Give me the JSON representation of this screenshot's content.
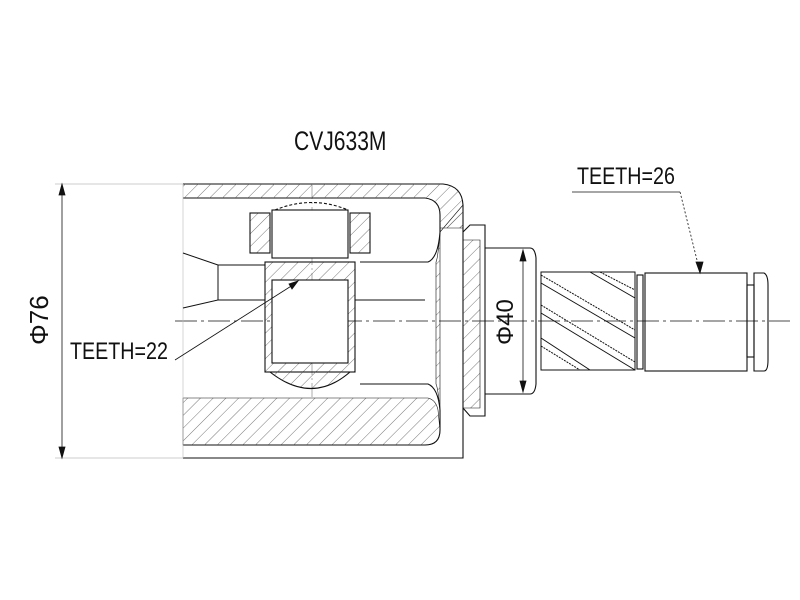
{
  "drawing": {
    "part_number": "CVJ633M",
    "labels": {
      "outer_diameter": "Φ76",
      "shaft_diameter": "Φ40",
      "inner_teeth": "TEETH=22",
      "outer_teeth": "TEETH=26"
    },
    "dimensions": {
      "outer_diameter_mm": 76,
      "shaft_diameter_mm": 40,
      "inner_spline_teeth": 22,
      "outer_spline_teeth": 26
    },
    "colors": {
      "line": "#111111",
      "hatch": "#555555",
      "background": "#ffffff"
    }
  }
}
